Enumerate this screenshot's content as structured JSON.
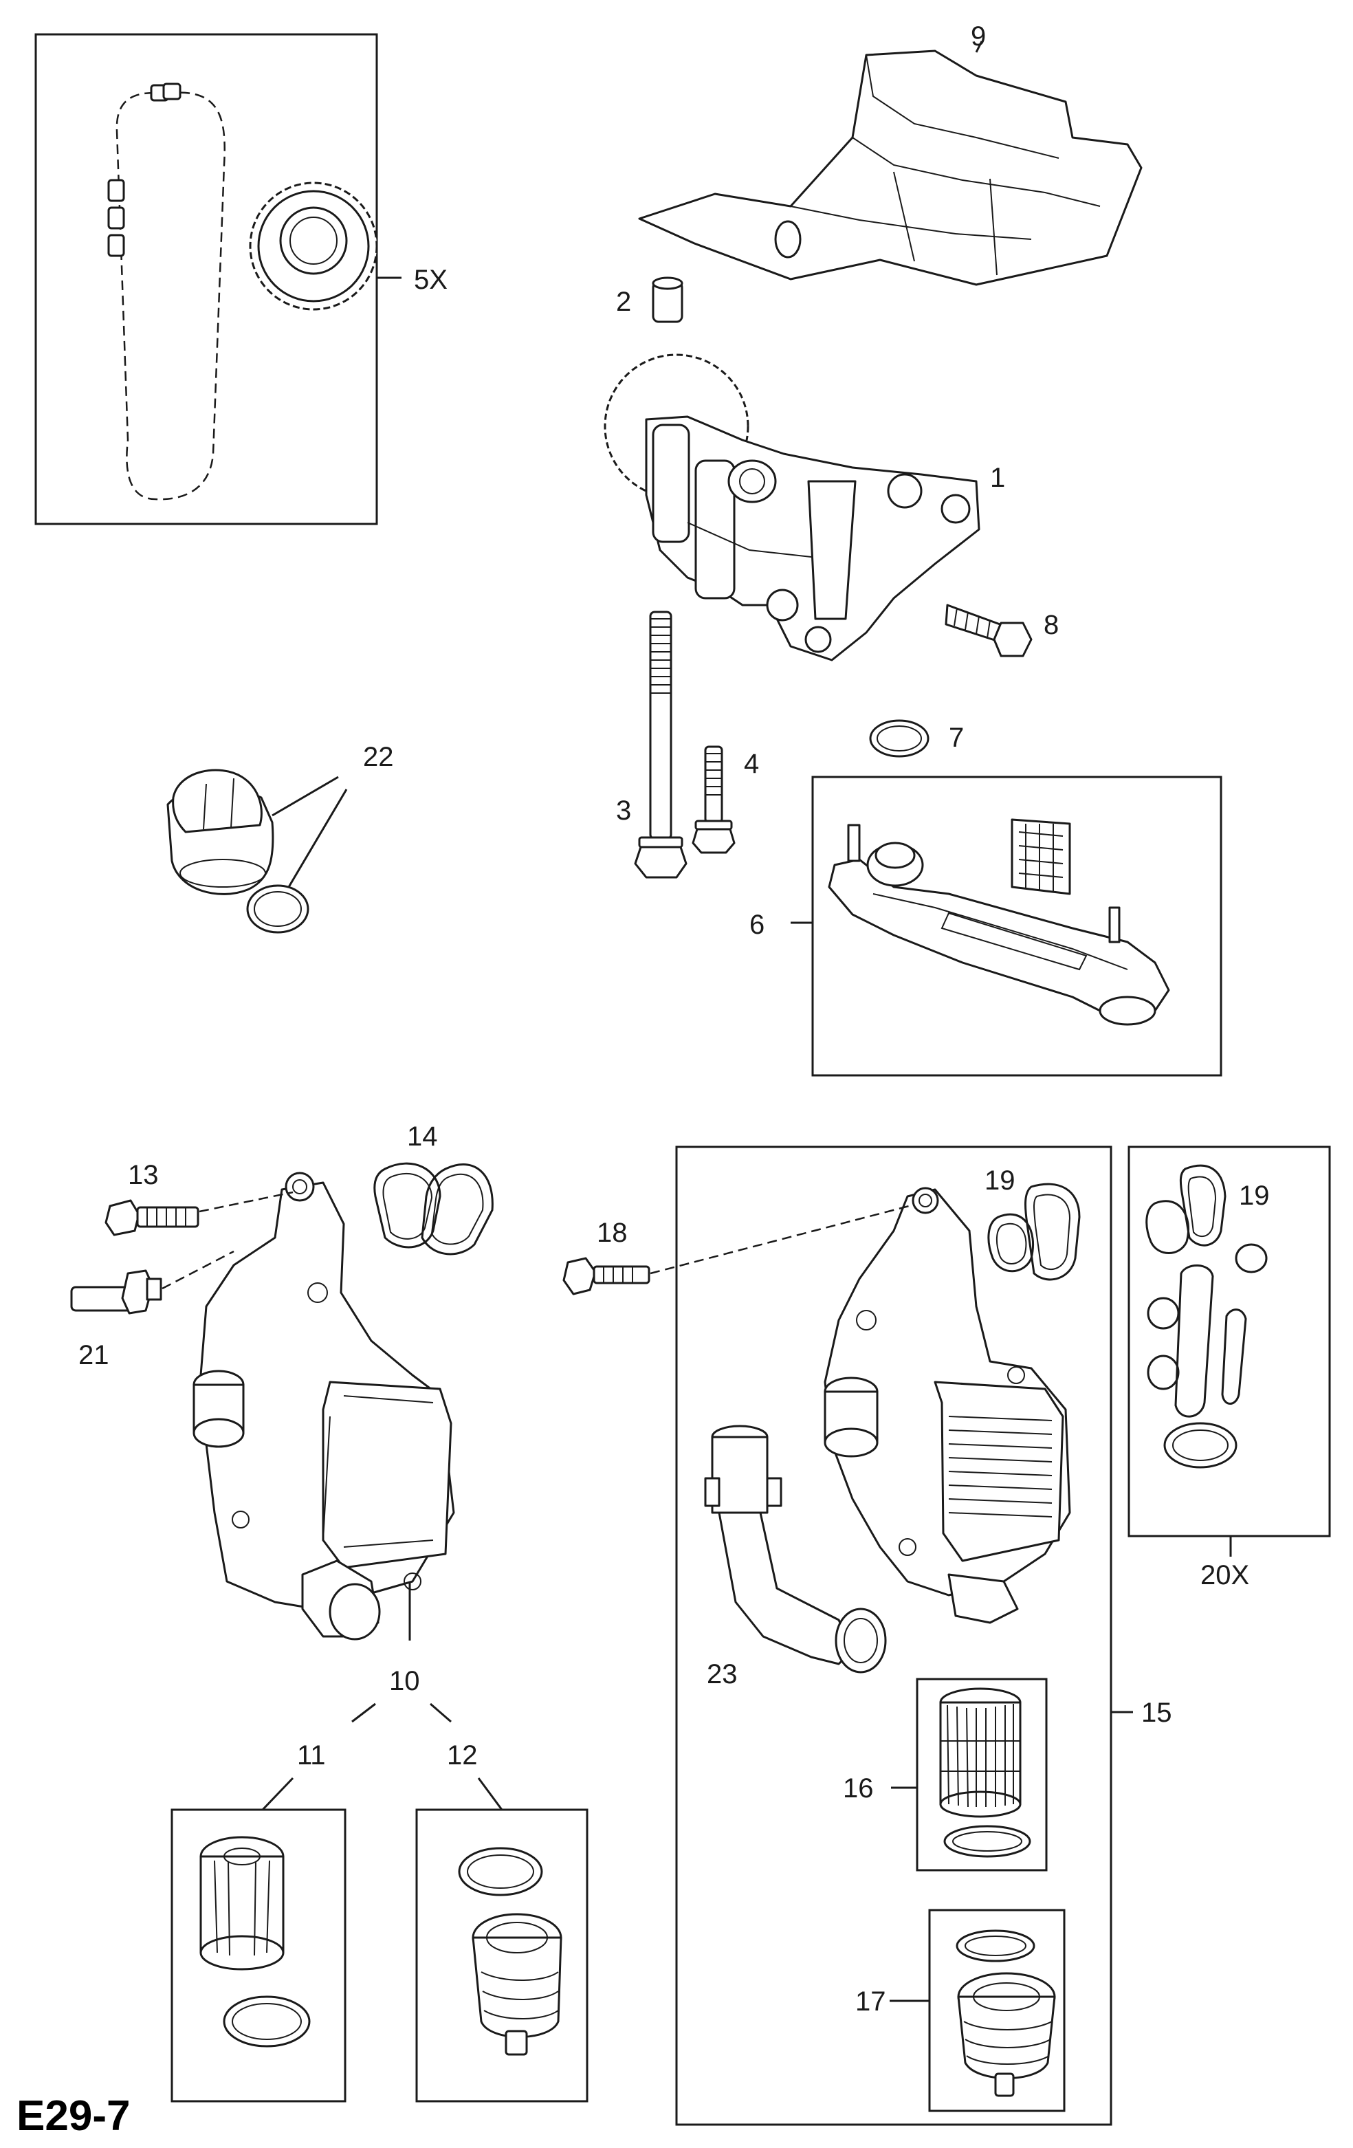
{
  "diagram": {
    "code": "E29-7",
    "callouts": {
      "c1": "1",
      "c2": "2",
      "c3": "3",
      "c4": "4",
      "c5x": "5X",
      "c6": "6",
      "c7": "7",
      "c8": "8",
      "c9": "9",
      "c10": "10",
      "c11": "11",
      "c12": "12",
      "c13": "13",
      "c14": "14",
      "c15": "15",
      "c16": "16",
      "c17": "17",
      "c18": "18",
      "c19a": "19",
      "c19b": "19",
      "c20x": "20X",
      "c21": "21",
      "c22": "22",
      "c23": "23"
    }
  }
}
